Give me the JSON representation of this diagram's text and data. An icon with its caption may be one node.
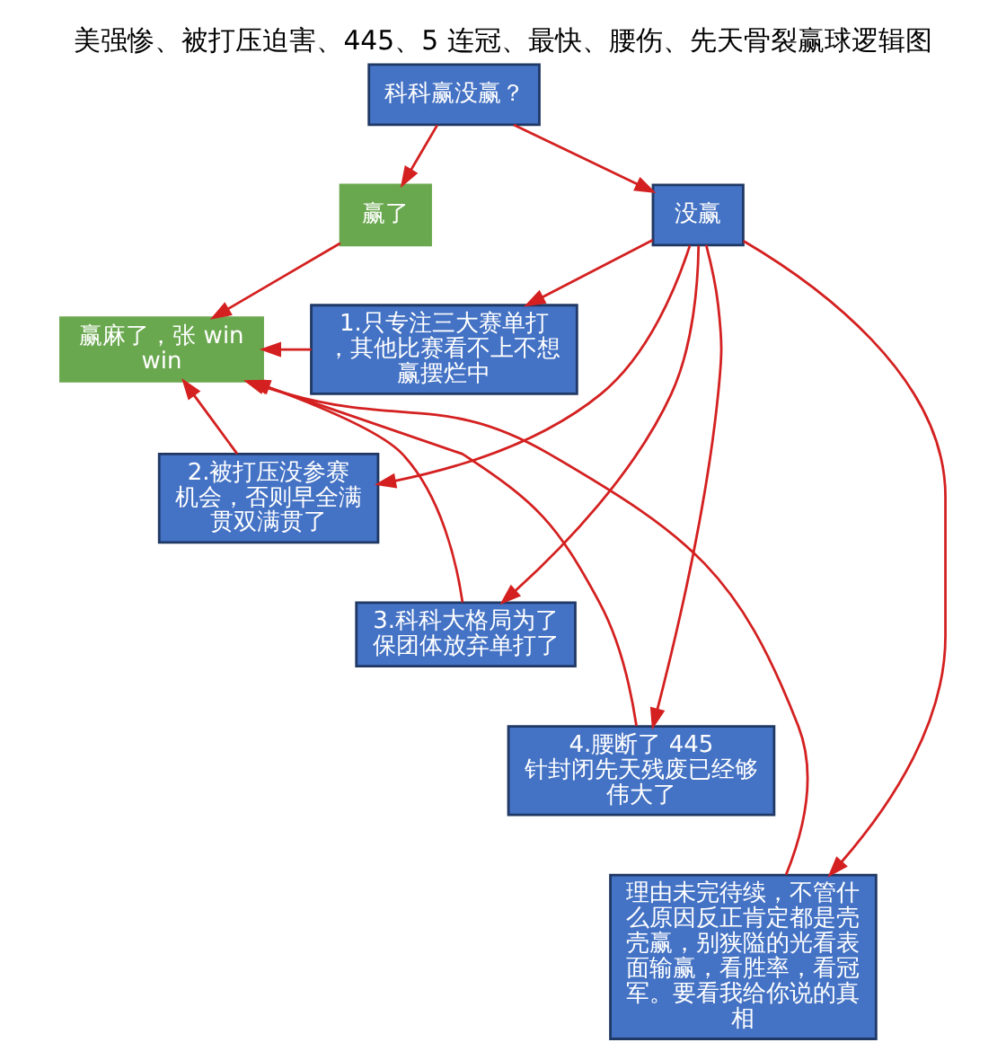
{
  "diagram": {
    "title": "美强惨、被打压迫害、445、5 连冠、最快、腰伤、先天骨裂赢球逻辑图",
    "nodes": [
      {
        "text": [
          "科科赢没赢？"
        ]
      },
      {
        "text": [
          "赢了"
        ]
      },
      {
        "text": [
          "没赢"
        ]
      },
      {
        "text": [
          "赢麻了，张 win win"
        ]
      },
      {
        "text": [
          "1.只专注三大赛单打，其他比赛看不上不想赢摆烂中"
        ]
      },
      {
        "text": [
          "2.被打压没参赛机会，否则早全满贯双满贯了"
        ]
      },
      {
        "text": [
          "3.科科大格局为了保团体放弃单打了"
        ]
      },
      {
        "text": [
          "4.腰断了 445 针封闭先天残废已经够伟大了"
        ]
      },
      {
        "text": [
          "理由未完待续，不管什么原因反正肯定都是壳壳赢，别狭隘的光看表面输赢，看胜率，看冠军。要看我给你说的真相"
        ]
      }
    ],
    "edges": [
      {
        "from": 0,
        "to": 1,
        "arrow": "to"
      },
      {
        "from": 0,
        "to": 2,
        "arrow": "to"
      },
      {
        "from": 1,
        "to": 3,
        "arrow": "to"
      },
      {
        "from": 2,
        "to": 4,
        "arrow": "to"
      },
      {
        "from": 2,
        "to": 5,
        "arrow": "to"
      },
      {
        "from": 2,
        "to": 6,
        "arrow": "to"
      },
      {
        "from": 2,
        "to": 7,
        "arrow": "to"
      },
      {
        "from": 2,
        "to": 8,
        "arrow": "to"
      },
      {
        "from": 4,
        "to": 3,
        "arrow": "to"
      },
      {
        "from": 5,
        "to": 3,
        "arrow": "to"
      },
      {
        "from": 6,
        "to": 3,
        "arrow": "to"
      },
      {
        "from": 7,
        "to": 3,
        "arrow": "to"
      },
      {
        "from": 8,
        "to": 3,
        "arrow": "to"
      }
    ]
  }
}
